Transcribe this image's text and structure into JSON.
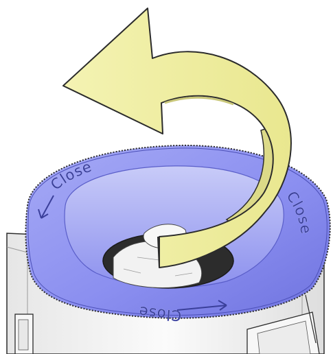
{
  "ring_labels": {
    "left": "Close",
    "right": "Close",
    "bottom": "Close"
  },
  "colors": {
    "cap_blue": "#8b8ff0",
    "cap_blue_light": "#b9bdf6",
    "cap_blue_dark": "#5a5ec9",
    "arrow_yellow": "#f1f0a0",
    "arrow_yellow_dark": "#d7d57a",
    "body_white": "#f4f4f4",
    "outline": "#2b2b2b"
  },
  "icons": {
    "rotation_arrow": "counterclockwise-curved-arrow-icon",
    "ring_arrows": "direction-arrow-icon"
  }
}
